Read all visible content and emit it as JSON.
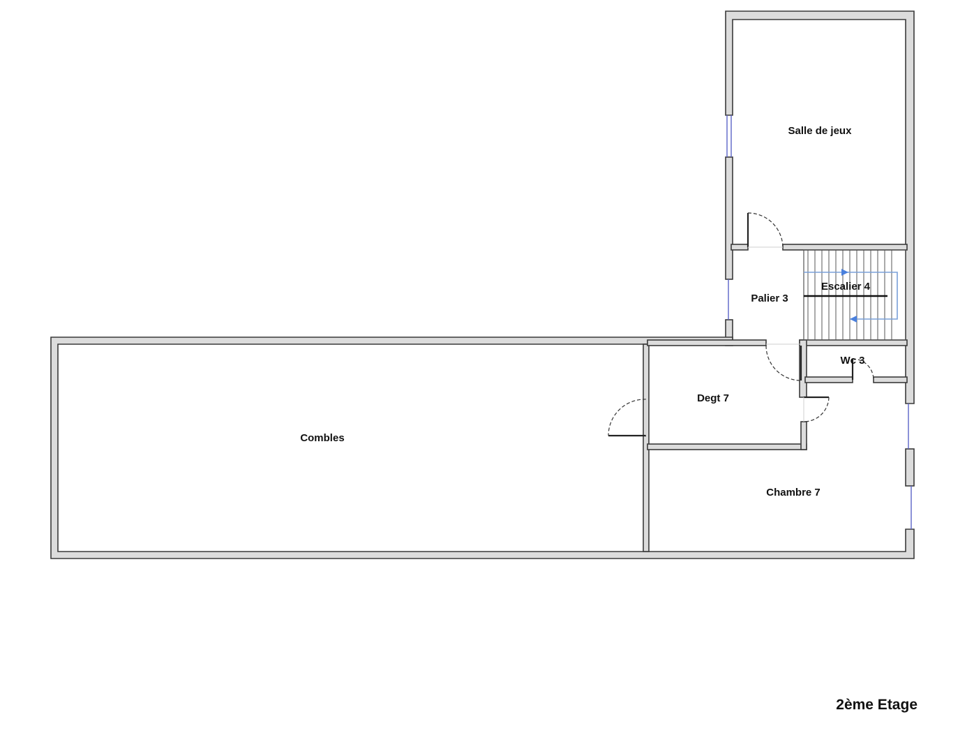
{
  "floor_label": "2ème Etage",
  "rooms": {
    "salle_de_jeux": "Salle de jeux",
    "palier": "Palier 3",
    "escalier": "Escalier 4",
    "wc": "Wc 3",
    "degt": "Degt 7",
    "combles": "Combles",
    "chambre": "Chambre 7"
  },
  "colors": {
    "wall_fill": "#dcdcdc",
    "wall_stroke": "#3a3a3a",
    "window": "#5a63c8",
    "stair_arrow": "#4a80dd"
  }
}
